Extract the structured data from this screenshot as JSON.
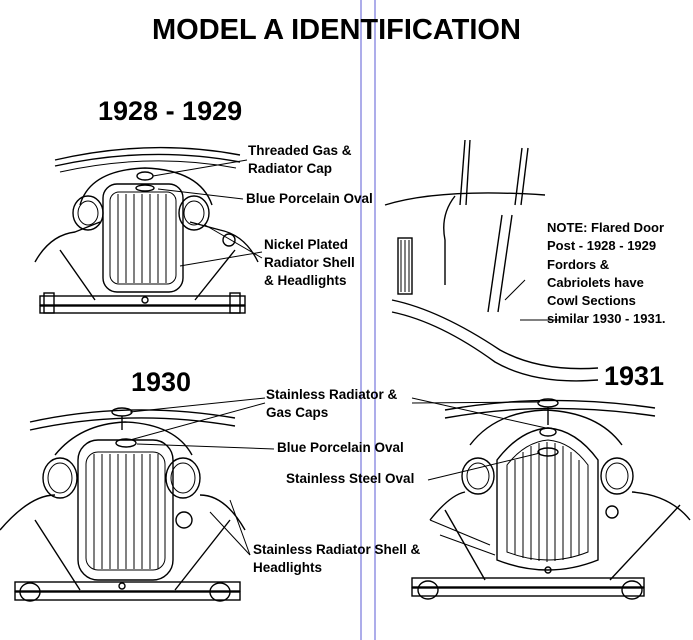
{
  "title": "MODEL A IDENTIFICATION",
  "years": {
    "y1928": "1928 - 1929",
    "y1930": "1930",
    "y1931": "1931"
  },
  "labels_1928": {
    "gas_cap": [
      "Threaded Gas &",
      "Radiator Cap"
    ],
    "oval": "Blue Porcelain Oval",
    "shell": [
      "Nickel Plated",
      "Radiator Shell",
      "& Headlights"
    ]
  },
  "note": [
    "NOTE:  Flared Door",
    "Post - 1928 - 1929",
    "Fordors &",
    "Cabriolets have",
    "Cowl  Sections",
    "similar 1930 - 1931."
  ],
  "labels_1930_31": {
    "caps": [
      "Stainless Radiator &",
      "Gas Caps"
    ],
    "blue_oval": "Blue Porcelain Oval",
    "steel_oval": "Stainless Steel Oval",
    "shell": [
      "Stainless Radiator Shell &",
      "Headlights"
    ]
  },
  "colors": {
    "guide_lines": "#5b5bd6",
    "ink": "#000000"
  }
}
